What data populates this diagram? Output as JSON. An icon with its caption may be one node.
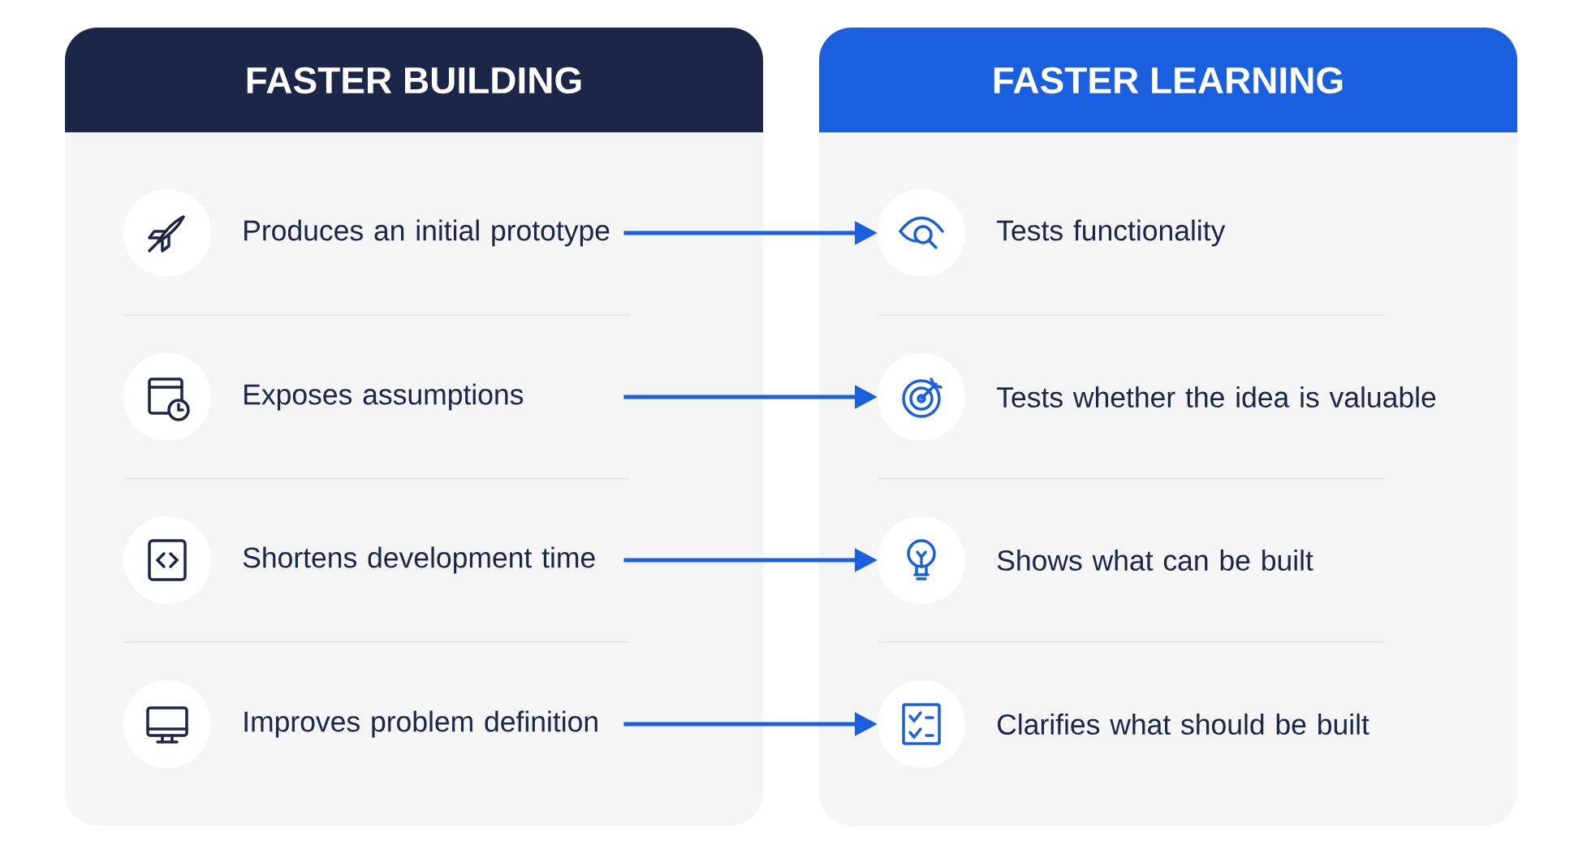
{
  "diagram": {
    "nodes": [
      {
        "text": [
          "FASTER BUILDING"
        ]
      },
      {
        "text": [
          "Produces an initial prototype"
        ],
        "in": 0
      },
      {
        "text": [
          "Exposes assumptions"
        ],
        "in": 0
      },
      {
        "text": [
          "Shortens development time"
        ],
        "in": 0
      },
      {
        "text": [
          "Improves problem definition"
        ],
        "in": 0
      },
      {
        "text": [
          "FASTER LEARNING"
        ]
      },
      {
        "text": [
          "Tests functionality"
        ],
        "in": 5
      },
      {
        "text": [
          "Tests whether the idea is valuable"
        ],
        "in": 5
      },
      {
        "text": [
          "Shows what can be built"
        ],
        "in": 5
      },
      {
        "text": [
          "Clarifies what should be built"
        ],
        "in": 5
      }
    ],
    "edges": [
      {
        "from": 1,
        "to": 6,
        "arrow": "to"
      },
      {
        "from": 2,
        "to": 7,
        "arrow": "to"
      },
      {
        "from": 3,
        "to": 8,
        "arrow": "to"
      },
      {
        "from": 4,
        "to": 9,
        "arrow": "to"
      }
    ]
  }
}
